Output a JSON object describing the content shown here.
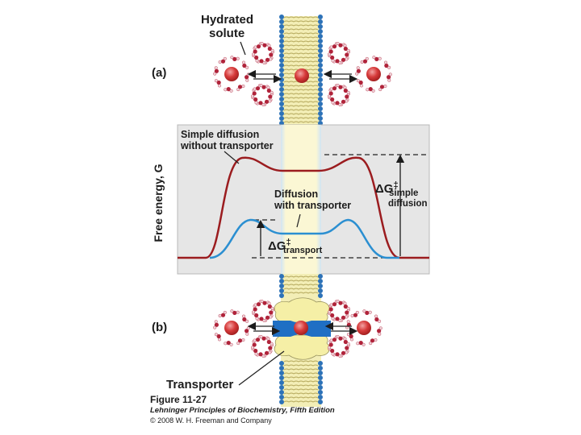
{
  "figure": {
    "panel_a_label": "(a)",
    "panel_b_label": "(b)",
    "hydrated_solute_line1": "Hydrated",
    "hydrated_solute_line2": "solute",
    "transporter_label": "Transporter",
    "caption_number": "Figure 11-27",
    "caption_book": "Lehninger Principles of Biochemistry, Fifth Edition",
    "caption_copyright": "© 2008 W. H. Freeman and Company"
  },
  "chart": {
    "ylabel": "Free energy, G",
    "simple_curve_label_line1": "Simple diffusion",
    "simple_curve_label_line2": "without transporter",
    "transport_curve_label_line1": "Diffusion",
    "transport_curve_label_line2": "with transporter",
    "dg_symbol": "ΔG",
    "dg_dagger": "‡",
    "dg_simple_sub1": "simple",
    "dg_simple_sub2": "diffusion",
    "dg_transport_sub": "transport"
  },
  "colors": {
    "simple_curve": "#9b1c1f",
    "transport_curve": "#2b8fd1",
    "plot_background": "#e6e6e6",
    "membrane_core": "#f6f1b9",
    "lipid_head": "#2d72b8",
    "solute": "#d63a3a",
    "transporter_body": "#f5efa6",
    "transporter_channel": "#1f6fc4"
  }
}
